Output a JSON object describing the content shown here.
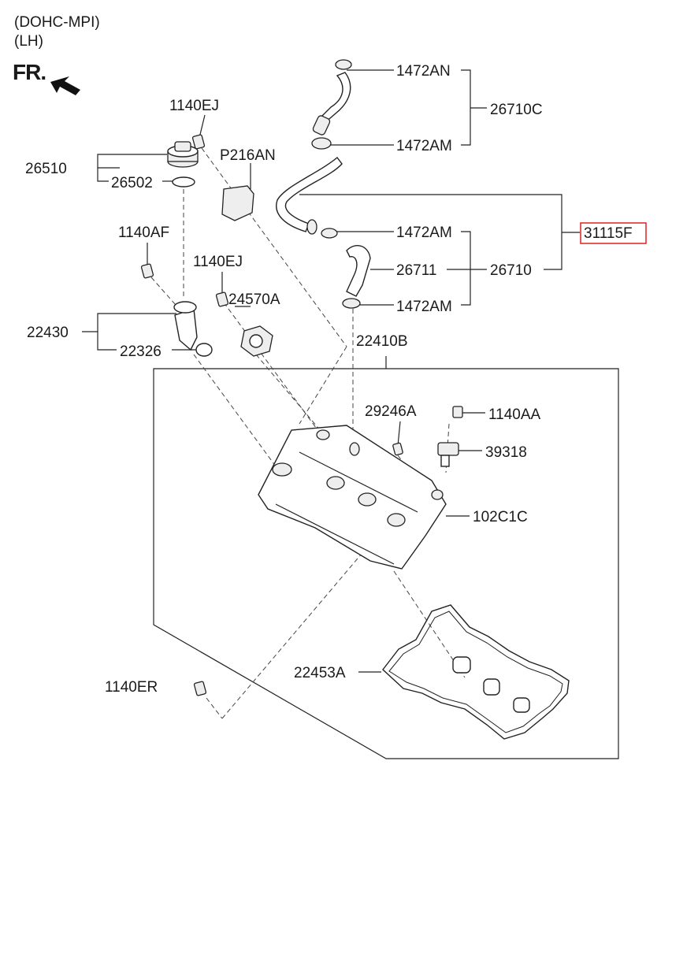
{
  "header": {
    "engine": "(DOHC-MPI)",
    "side": "(LH)",
    "direction": "FR."
  },
  "highlight_color": "#e02020",
  "parts": {
    "p1472AN": "1472AN",
    "p26710C": "26710C",
    "p1472AM_a": "1472AM",
    "p1140EJ_a": "1140EJ",
    "p26510": "26510",
    "p26502": "26502",
    "pP216AN": "P216AN",
    "p1472AM_b": "1472AM",
    "p31115F": "31115F",
    "p1140AF": "1140AF",
    "p26711": "26711",
    "p26710": "26710",
    "p1140EJ_b": "1140EJ",
    "p24570A": "24570A",
    "p1472AM_c": "1472AM",
    "p22430": "22430",
    "p22410B": "22410B",
    "p22326": "22326",
    "p29246A": "29246A",
    "p1140AA": "1140AA",
    "p39318": "39318",
    "p102C1C": "102C1C",
    "p22453A": "22453A",
    "p1140ER": "1140ER"
  }
}
